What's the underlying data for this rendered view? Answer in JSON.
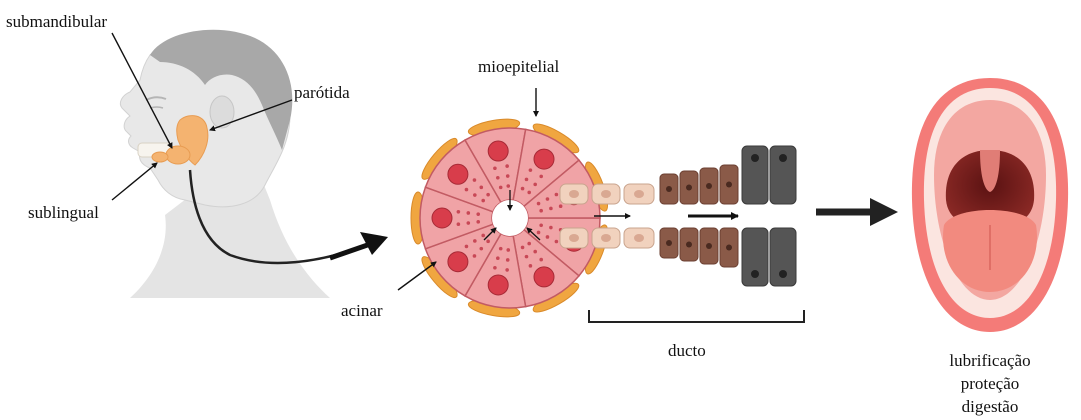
{
  "labels": {
    "submandibular": "submandibular",
    "parotid": "parótida",
    "sublingual": "sublingual",
    "myoepithelial": "mioepitelial",
    "acinar": "acinar",
    "duct": "ducto"
  },
  "functions": [
    "lubrificação",
    "proteção",
    "digestão"
  ],
  "icons": {
    "head": "human-head-profile",
    "acinus": "acinus-cell-cluster",
    "mouth": "open-mouth"
  },
  "colors": {
    "skin": "#e6e6e6",
    "hair": "#a9a9a9",
    "gland": "#f5b574",
    "acinar_cell": "#f0a3a6",
    "nucleus": "#d83d4b",
    "myoepithelial_cell": "#f0a640",
    "duct_light": "#f1d2be",
    "duct_mid": "#8a5a48",
    "duct_dark": "#555555",
    "lips": "#f47b78",
    "tongue": "#f28a7f",
    "throat": "#7b1e1e"
  }
}
